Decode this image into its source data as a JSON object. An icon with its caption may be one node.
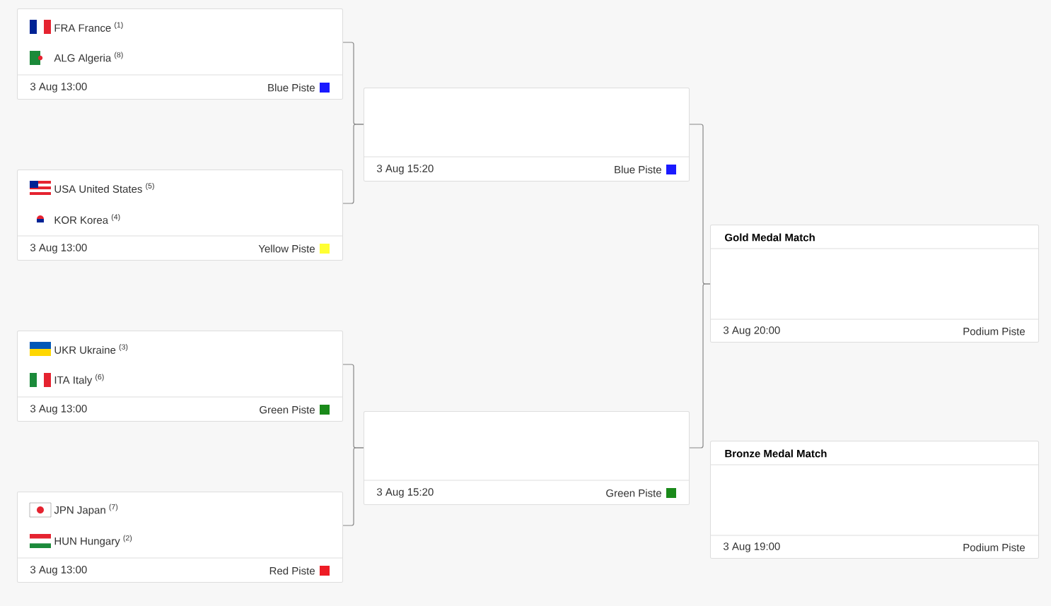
{
  "diagram": {
    "nodes": [
      {
        "text": [
          "FRA France $^{(1)}$",
          "ALG Algeria $^{(8)}$",
          "3 Aug 13:00",
          "Blue Piste"
        ]
      },
      {
        "text": [
          "USA United States $^{(5)}$",
          "KOR Korea $^{(4)}$",
          "3 Aug 13:00",
          "Yellow Piste"
        ]
      },
      {
        "text": [
          "UKR Ukraine $^{(3)}$",
          "ITA Italy $^{(6)}$",
          "3 Aug 13:00",
          "Green Piste"
        ]
      },
      {
        "text": [
          "JPN Japan $^{(7)}$",
          "HUN Hungary $^{(2)}$",
          "3 Aug 13:00",
          "Red Piste"
        ]
      },
      {
        "text": [
          "3 Aug 15:20",
          "Blue Piste"
        ]
      },
      {
        "text": [
          "3 Aug 15:20",
          "Green Piste"
        ]
      },
      {
        "text": [
          "Gold Medal Match",
          "3 Aug 20:00",
          "Podium Piste"
        ]
      },
      {
        "text": [
          "Bronze Medal Match",
          "3 Aug 19:00",
          "Podium Piste"
        ]
      }
    ],
    "edges": [
      {
        "from": 0,
        "to": 4,
        "arrow": "none"
      },
      {
        "from": 1,
        "to": 4,
        "arrow": "none"
      },
      {
        "from": 2,
        "to": 5,
        "arrow": "none"
      },
      {
        "from": 3,
        "to": 5,
        "arrow": "none"
      },
      {
        "from": 4,
        "to": 6,
        "arrow": "none"
      },
      {
        "from": 5,
        "to": 6,
        "arrow": "none"
      }
    ]
  }
}
